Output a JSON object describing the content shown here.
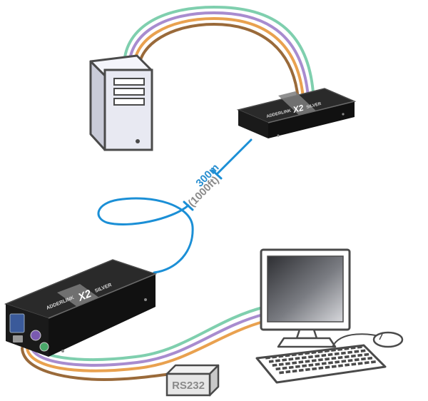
{
  "colors": {
    "cable_green": "#7fcfae",
    "cable_purple": "#a88ccf",
    "cable_orange": "#e9a14f",
    "cable_brown": "#9a6a3a",
    "cat5_blue": "#1b8fd6",
    "distance_blue": "#2a8fd0",
    "distance_gray": "#8a8a8a",
    "device_black": "#1a1a1a",
    "device_silver": "#7d7d7d",
    "pc_fill": "#e8e9f2",
    "outline": "#4a4a4a"
  },
  "distance": {
    "meters": "300m",
    "feet": "(1000ft)"
  },
  "transmitter": {
    "brand": "ADDERLINK",
    "model": "X2",
    "edition": "SILVER"
  },
  "receiver": {
    "brand": "ADDERLINK",
    "model": "X2",
    "edition": "SILVER"
  },
  "serial_box": {
    "label": "RS232"
  },
  "icons": [
    "computer-tower-icon",
    "monitor-icon",
    "keyboard-icon",
    "mouse-icon",
    "kvm-extender-transmitter-icon",
    "kvm-extender-receiver-icon",
    "rs232-device-icon"
  ]
}
